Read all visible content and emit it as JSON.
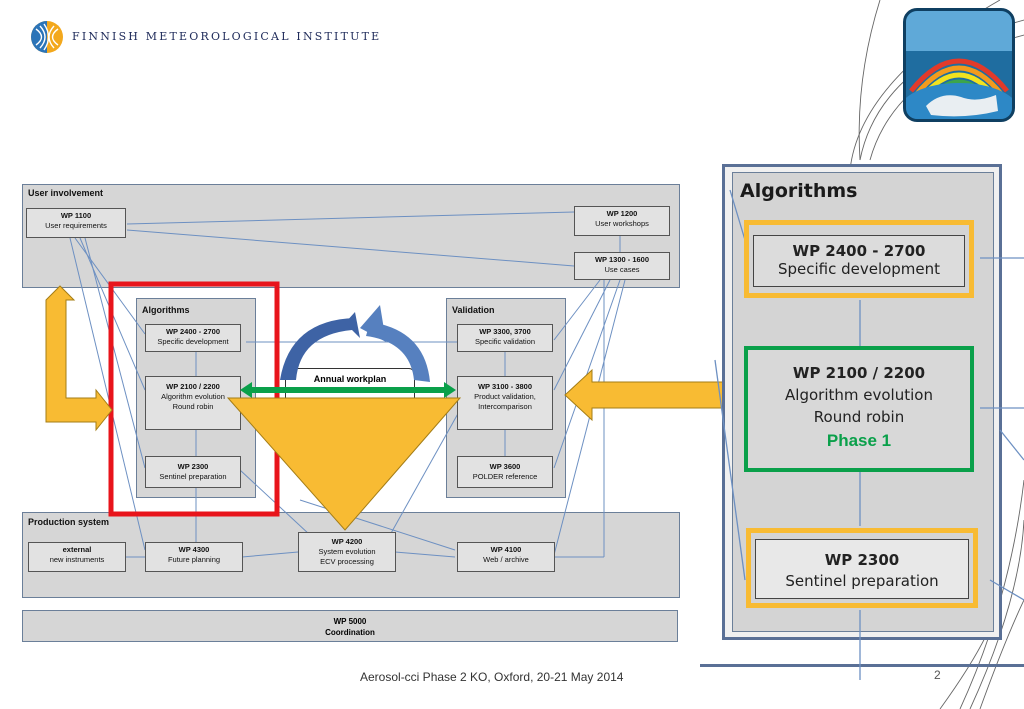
{
  "header": {
    "institute": "FINNISH METEOROLOGICAL INSTITUTE"
  },
  "left_diagram": {
    "user_involvement": {
      "title": "User involvement",
      "wp1100": {
        "num": "WP 1100",
        "name": "User requirements"
      },
      "wp1200": {
        "num": "WP 1200",
        "name": "User workshops"
      },
      "wp1300": {
        "num": "WP 1300 - 1600",
        "name": "Use cases"
      }
    },
    "algorithms": {
      "title": "Algorithms",
      "wp2400": {
        "num": "WP 2400 - 2700",
        "name": "Specific development"
      },
      "wp2100": {
        "num": "WP 2100 / 2200",
        "name": "Algorithm evolution",
        "name2": "Round robin"
      },
      "wp2300": {
        "num": "WP 2300",
        "name": "Sentinel preparation"
      }
    },
    "annual_workplan": "Annual workplan",
    "validation": {
      "title": "Validation",
      "wp3300": {
        "num": "WP 3300, 3700",
        "name": "Specific validation"
      },
      "wp3100": {
        "num": "WP 3100 - 3800",
        "name": "Product validation,",
        "name2": "Intercomparison"
      },
      "wp3600": {
        "num": "WP 3600",
        "name": "POLDER reference"
      }
    },
    "production": {
      "title": "Production system",
      "external": {
        "num": "external",
        "name": "new instruments"
      },
      "wp4300": {
        "num": "WP 4300",
        "name": "Future planning"
      },
      "wp4200": {
        "num": "WP 4200",
        "name": "System evolution",
        "name2": "ECV processing"
      },
      "wp4100": {
        "num": "WP 4100",
        "name": "Web / archive"
      }
    },
    "coordination": {
      "num": "WP 5000",
      "name": "Coordination"
    }
  },
  "zoom": {
    "title": "Algorithms",
    "wp2400": {
      "num": "WP 2400 - 2700",
      "name": "Specific development"
    },
    "wp2100": {
      "num": "WP 2100 / 2200",
      "name": "Algorithm evolution",
      "name2": "Round robin",
      "phase": "Phase 1"
    },
    "wp2300": {
      "num": "WP 2300",
      "name": "Sentinel preparation"
    }
  },
  "footer": {
    "text": "Aerosol-cci Phase 2 KO, Oxford, 20-21 May 2014",
    "page": "2"
  },
  "colors": {
    "highlight_red": "#e8141b",
    "accent_yellow": "#f8bb33",
    "green": "#0aa04a",
    "panel_grey": "#d6d6d6",
    "blue_line": "#6d90c2"
  }
}
